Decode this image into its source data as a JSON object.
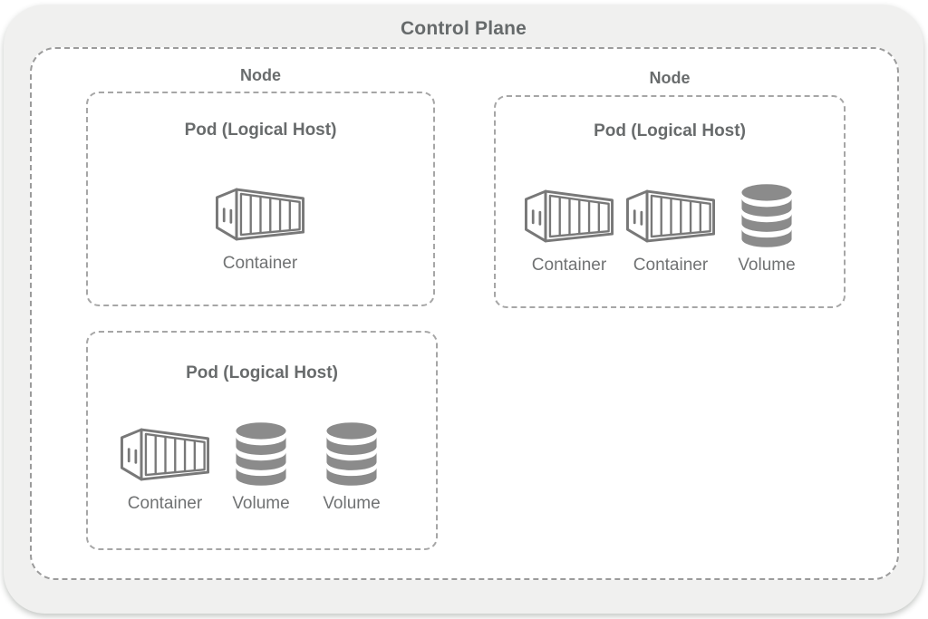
{
  "diagram": {
    "title": "Control Plane",
    "node_left": {
      "label": "Node"
    },
    "node_right": {
      "label": "Node"
    },
    "pod1": {
      "title": "Pod (Logical Host)",
      "items": [
        {
          "type": "container",
          "label": "Container"
        }
      ]
    },
    "pod2": {
      "title": "Pod (Logical Host)",
      "items": [
        {
          "type": "container",
          "label": "Container"
        },
        {
          "type": "container",
          "label": "Container"
        },
        {
          "type": "volume",
          "label": "Volume"
        }
      ]
    },
    "pod3": {
      "title": "Pod (Logical Host)",
      "items": [
        {
          "type": "container",
          "label": "Container"
        },
        {
          "type": "volume",
          "label": "Volume"
        },
        {
          "type": "volume",
          "label": "Volume"
        }
      ]
    },
    "icons": {
      "container": "container-icon",
      "volume": "volume-icon"
    }
  },
  "colors": {
    "panel_background": "#f0f0ef",
    "cluster_background": "#ffffff",
    "cluster_dash_border": "#9b9b9b",
    "pod_dash_border": "#a6a6a6",
    "heading_text": "#686b6c",
    "label_text": "#707273",
    "container_icon_stroke": "#787878",
    "volume_icon_fill": "#8b8b8b"
  }
}
